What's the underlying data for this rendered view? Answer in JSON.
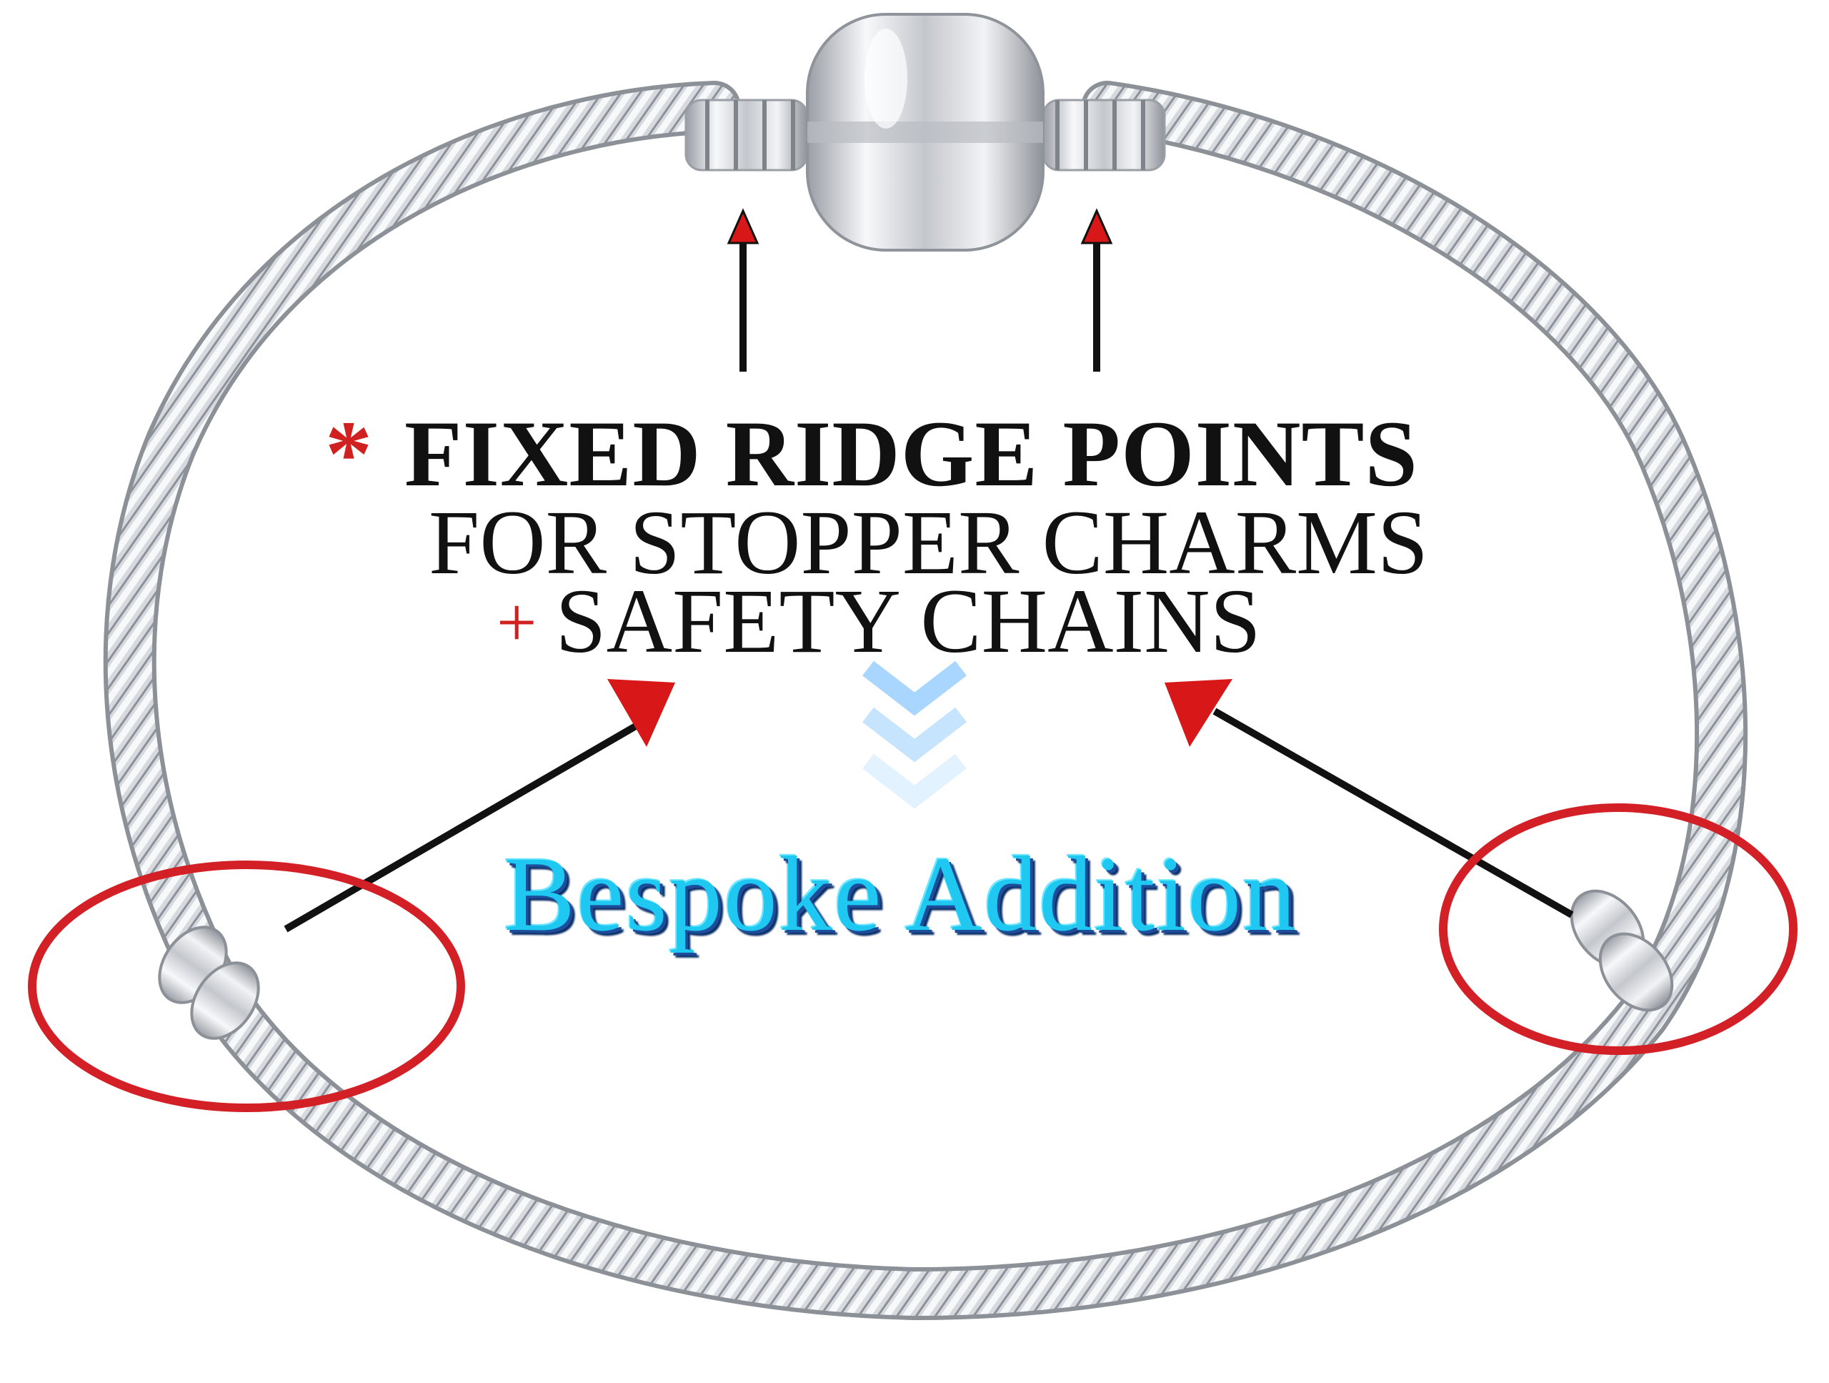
{
  "annotations": {
    "star_symbol": "*",
    "headline": "FIXED RIDGE POINTS",
    "line2": "FOR STOPPER CHARMS",
    "plus_symbol": "+",
    "line3": "SAFETY CHAINS",
    "bespoke_label": "Bespoke Addition"
  },
  "colors": {
    "accent_red": "#d02020",
    "bespoke_cyan": "#1ec8f0",
    "bespoke_shadow": "#1d4d9a",
    "silver": "#c9ccd2"
  },
  "icons": [
    "up-arrow-icon",
    "down-chevron-icon",
    "highlight-circle"
  ]
}
